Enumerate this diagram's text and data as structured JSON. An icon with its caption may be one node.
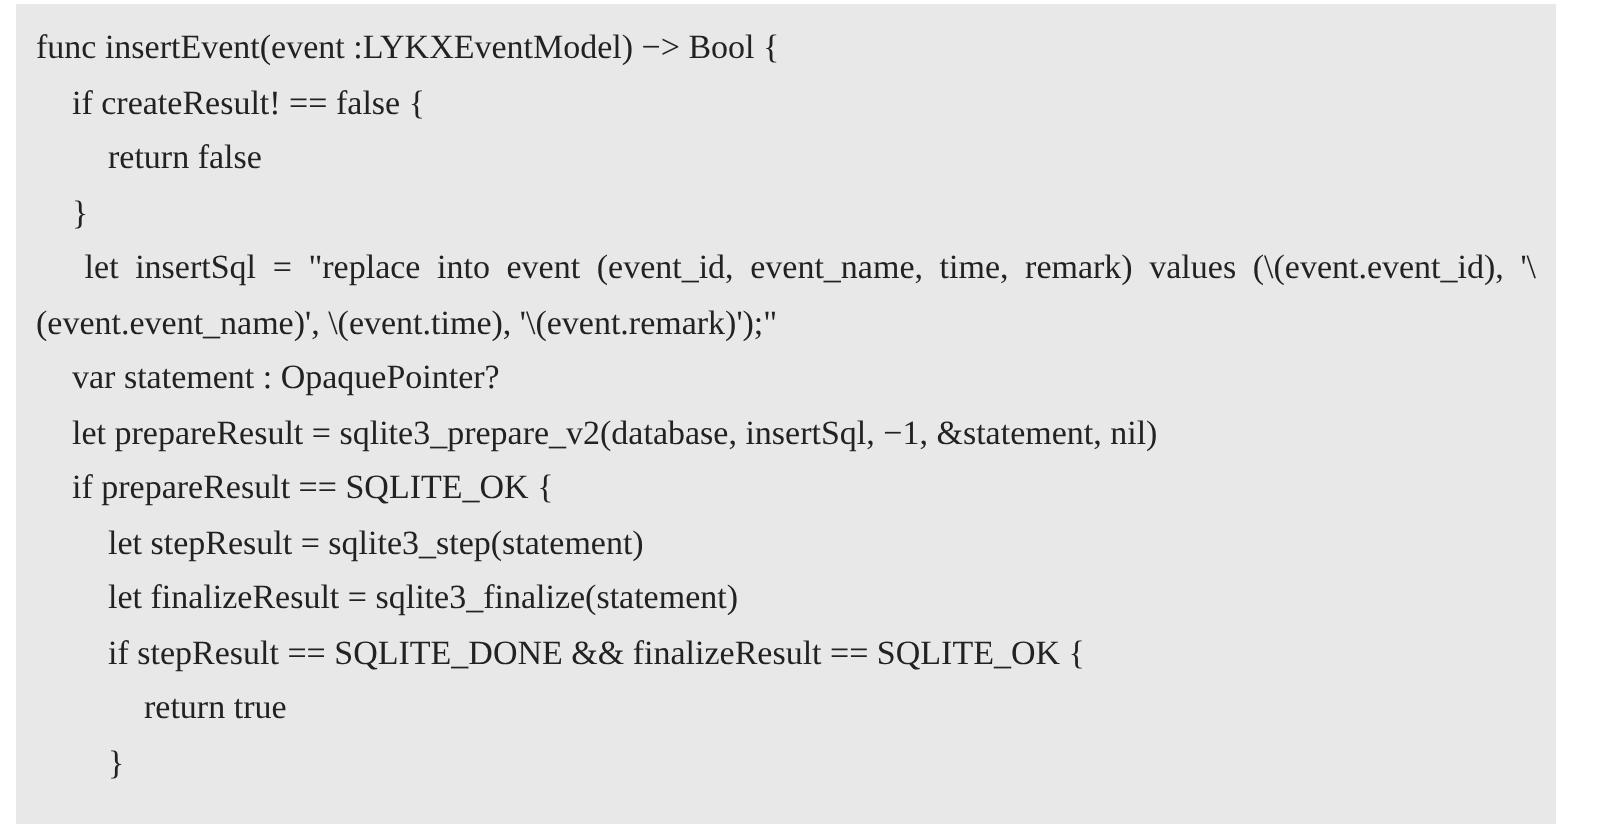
{
  "diagram": {
    "labels": [
      "func insertEvent(event :LYKXEventModel) −> Bool {",
      "if createResult! == false {",
      "return false",
      "}",
      "let insertSql = \"replace into event (event_id, event_name, time, remark) values (\\(event.event_id), '\\(event.event_name)', \\(event.time), '\\(event.remark)');\"",
      "var statement : OpaquePointer?",
      "let prepareResult = sqlite3_prepare_v2(database, insertSql, −1, &statement, nil)",
      "if prepareResult == SQLITE_OK {",
      "let stepResult = sqlite3_step(statement)",
      "let finalizeResult = sqlite3_finalize(statement)",
      "if stepResult == SQLITE_DONE && finalizeResult == SQLITE_OK {",
      "return true",
      "}"
    ]
  }
}
